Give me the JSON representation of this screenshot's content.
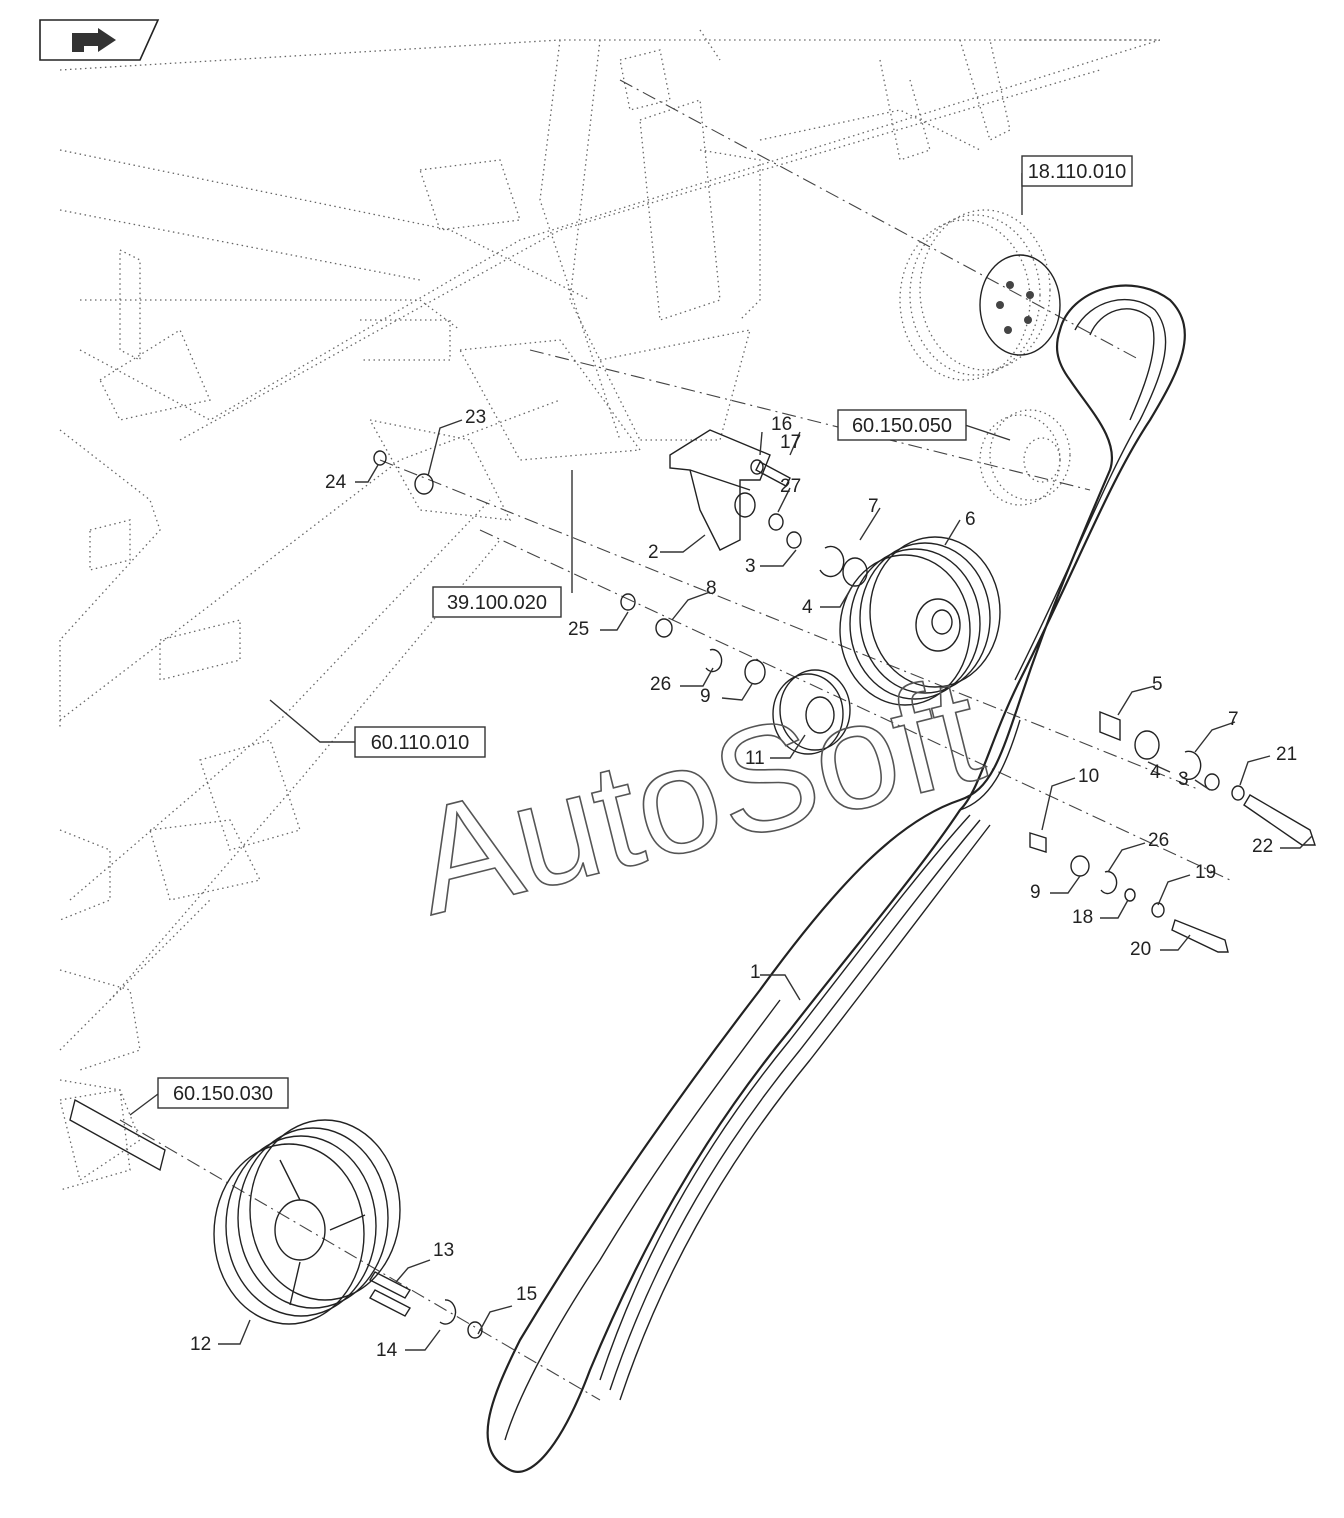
{
  "nav": {
    "back_icon": "return-arrow-icon"
  },
  "watermark": "AutoSoft",
  "references": [
    {
      "id": "ref-18-110-010",
      "label": "18.110.010"
    },
    {
      "id": "ref-60-150-050",
      "label": "60.150.050"
    },
    {
      "id": "ref-39-100-020",
      "label": "39.100.020"
    },
    {
      "id": "ref-60-110-010",
      "label": "60.110.010"
    },
    {
      "id": "ref-60-150-030",
      "label": "60.150.030"
    }
  ],
  "callouts": [
    "1",
    "2",
    "3",
    "27",
    "16",
    "17",
    "7",
    "6",
    "4",
    "3",
    "25",
    "8",
    "26",
    "9",
    "11",
    "5",
    "4",
    "7",
    "21",
    "3",
    "22",
    "10",
    "26",
    "9",
    "18",
    "19",
    "20",
    "24",
    "23",
    "13",
    "12",
    "14",
    "15"
  ]
}
